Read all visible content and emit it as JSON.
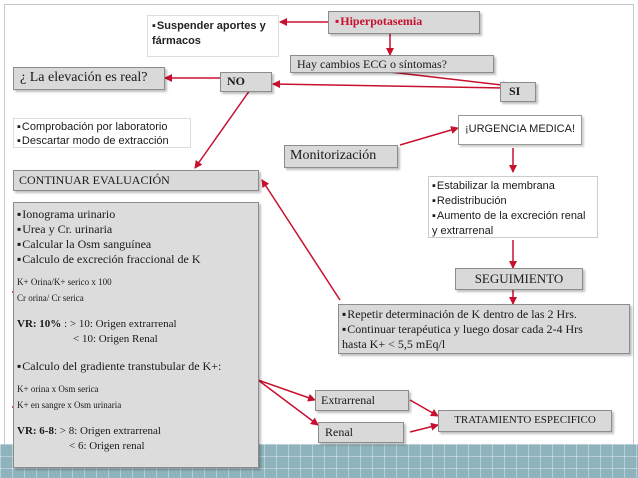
{
  "colors": {
    "arrow": "#c8102e",
    "box_fill": "#d9d9d9",
    "footer": "#8fb3bd",
    "title_text": "#c8102e"
  },
  "hiperpotasemia": "Hiperpotasemia",
  "suspender": [
    "Suspender aportes y",
    "fármacos"
  ],
  "cambios_ecg": "Hay cambios ECG o síntomas?",
  "elevacion_real": "¿ La elevación es real?",
  "no": "NO",
  "si": "SI",
  "comprobacion": [
    "Comprobación por laboratorio",
    "Descartar modo de extracción"
  ],
  "urgencia": "¡URGENCIA MEDICA!",
  "monitorizacion": "Monitorización",
  "continuar": "CONTINUAR EVALUACIÓN",
  "estabilizar": {
    "items": [
      "Estabilizar la membrana",
      "Redistribución",
      "Aumento de la excreción renal"
    ],
    "tail": "y  extrarrenal"
  },
  "evaluacion": {
    "items": [
      "Ionograma urinario",
      "Urea  y Cr. urinaria",
      "Calcular la Osm  sanguínea",
      "Calculo de excreción fraccional de K"
    ],
    "formula1_num": "K+ Orina/K+ serico x 100",
    "formula1_den": "Cr orina/ Cr serica",
    "vr1_label": "VR: 10%",
    "vr1_line1": " : > 10: Origen extrarrenal",
    "vr1_line2": "< 10: Origen Renal",
    "gradiente": "Calculo del gradiente transtubular de K+:",
    "formula2_num": "K+ orina  x Osm serica",
    "formula2_den": "K+ en sangre x Osm urinaria",
    "vr2_label": "VR: 6-8",
    "vr2_line1": ": > 8: Origen extrarrenal",
    "vr2_line2": "< 6: Origen renal"
  },
  "seguimiento": "SEGUIMIENTO",
  "repetir": [
    "Repetir determinación de K dentro de las  2 Hrs.",
    "Continuar terapéutica y luego dosar cada 2-4 Hrs",
    "hasta K+ < 5,5 mEq/l"
  ],
  "extrarrenal": "Extrarrenal",
  "renal": "Renal",
  "tratamiento": "TRATAMIENTO ESPECIFICO"
}
